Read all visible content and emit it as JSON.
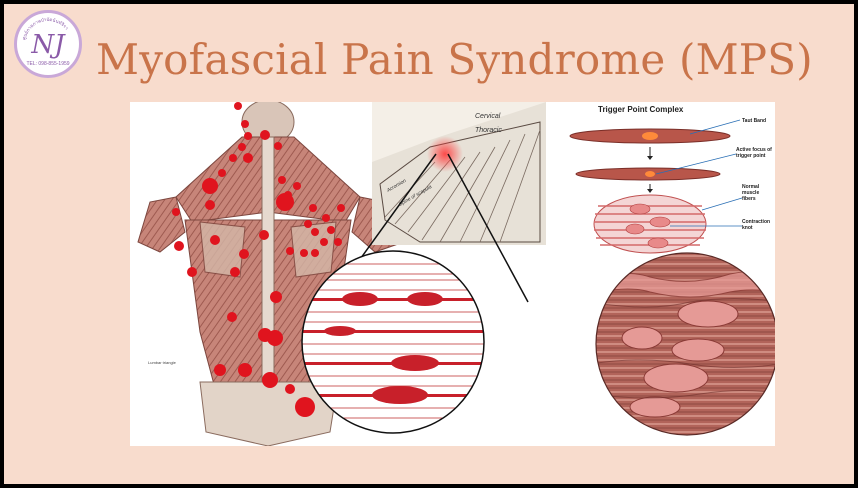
{
  "title": "Myofascial Pain Syndrome (MPS)",
  "logo": {
    "monogram": "NJ",
    "top_text": "ศูนย์กายภาพบำบัดนันท์จิรา",
    "phone": "TEL: 098-855-1959"
  },
  "diagram": {
    "heading": "Trigger Point Complex",
    "labels": {
      "taut_band": "Taut Band",
      "active_focus": "Active focus of\ntrigger point",
      "normal_fibers": "Normal\nmuscle\nfibers",
      "contraction_knot": "Contraction\nknot"
    },
    "anatomy_labels": {
      "cervical": "Cervical",
      "thoracic": "Thoracic",
      "spine_of_scapula": "Spine of scapula",
      "acromion": "Acromion",
      "lumbar_triangle": "Lumbar triangle"
    }
  },
  "colors": {
    "background": "#f8dccd",
    "title": "#c9744a",
    "trigger_point": "#e0141e",
    "muscle": "#b56e63",
    "fiber_pink": "#e8a0a0"
  }
}
